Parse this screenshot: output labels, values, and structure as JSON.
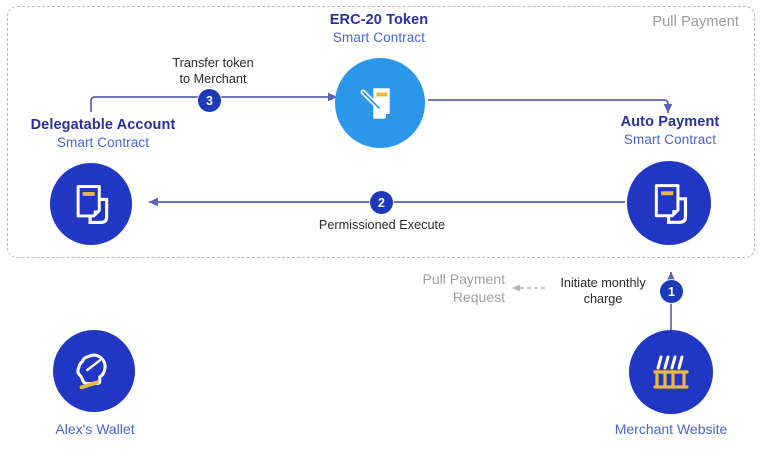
{
  "diagram": {
    "title_region_label": "Pull Payment",
    "colors": {
      "dark_blue": "#2236c4",
      "light_blue": "#2b97e8",
      "badge_blue": "#1b39b8",
      "caption_bold": "#2a2f9e",
      "caption_regular": "#4a63d8",
      "gray_text": "#9b9b9b",
      "gold": "#e8b93b",
      "connector": "#5a63b5",
      "dashed_border": "#b9b9b9"
    },
    "nodes": [
      {
        "id": "erc20",
        "title": "ERC-20 Token",
        "subtitle": "Smart Contract",
        "icon": "contract-signing-icon",
        "circle_color": "light"
      },
      {
        "id": "delegatable",
        "title": "Delegatable Account",
        "subtitle": "Smart Contract",
        "icon": "contract-document-icon",
        "circle_color": "dark"
      },
      {
        "id": "autopayment",
        "title": "Auto Payment",
        "subtitle": "Smart Contract",
        "icon": "contract-document-icon",
        "circle_color": "dark"
      },
      {
        "id": "wallet",
        "title": "Alex's Wallet",
        "subtitle": "",
        "icon": "user-profile-icon",
        "circle_color": "dark"
      },
      {
        "id": "merchant",
        "title": "Merchant Website",
        "subtitle": "",
        "icon": "storefront-icon",
        "circle_color": "dark"
      }
    ],
    "edges": [
      {
        "id": "step1",
        "badge": "1",
        "label": "Initiate monthly\ncharge",
        "style": "solid",
        "direction": "up"
      },
      {
        "id": "step2",
        "badge": "2",
        "label": "Permissioned Execute",
        "style": "solid",
        "direction": "left"
      },
      {
        "id": "step3",
        "badge": "3",
        "label": "Transfer token\nto Merchant",
        "style": "solid",
        "direction": "right"
      },
      {
        "id": "pull-request",
        "badge": "",
        "label": "Pull Payment\nRequest",
        "style": "dashed",
        "direction": "left"
      }
    ]
  }
}
